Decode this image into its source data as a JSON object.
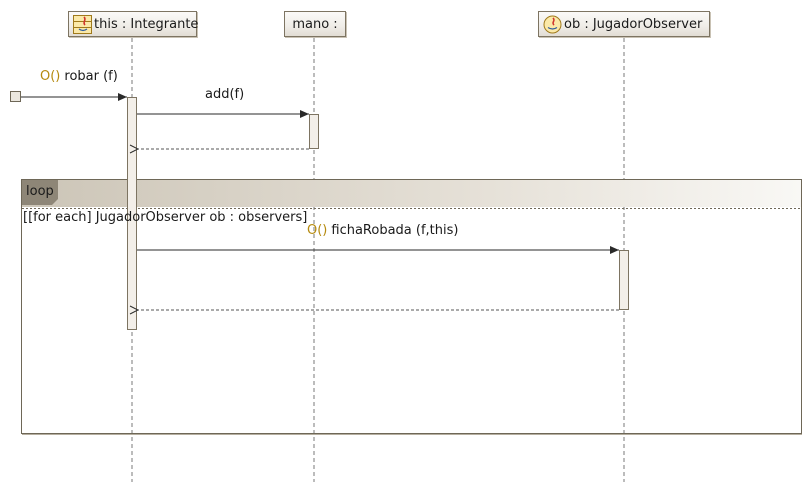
{
  "lifelines": [
    {
      "id": "this",
      "label": "this : Integrante",
      "icon": "java-class-icon"
    },
    {
      "id": "mano",
      "label": "mano :",
      "icon": null
    },
    {
      "id": "ob",
      "label": "ob : JugadorObserver",
      "icon": "java-interface-icon"
    }
  ],
  "messages": {
    "robar": {
      "prefix": "O()",
      "label": "robar (f)"
    },
    "add": {
      "label": "add(f)"
    },
    "fichaRobada": {
      "prefix": "O()",
      "label": "fichaRobada (f,this)"
    }
  },
  "fragment": {
    "operator": "loop",
    "guard": "[[for each] JugadorObserver ob : observers]"
  },
  "colors": {
    "border": "#7d7462",
    "fragment_header": "#e8e5de",
    "operator_tab": "#8e8677",
    "activation_fill": "#f3efe9",
    "op_prefix": "#b58a0f"
  }
}
